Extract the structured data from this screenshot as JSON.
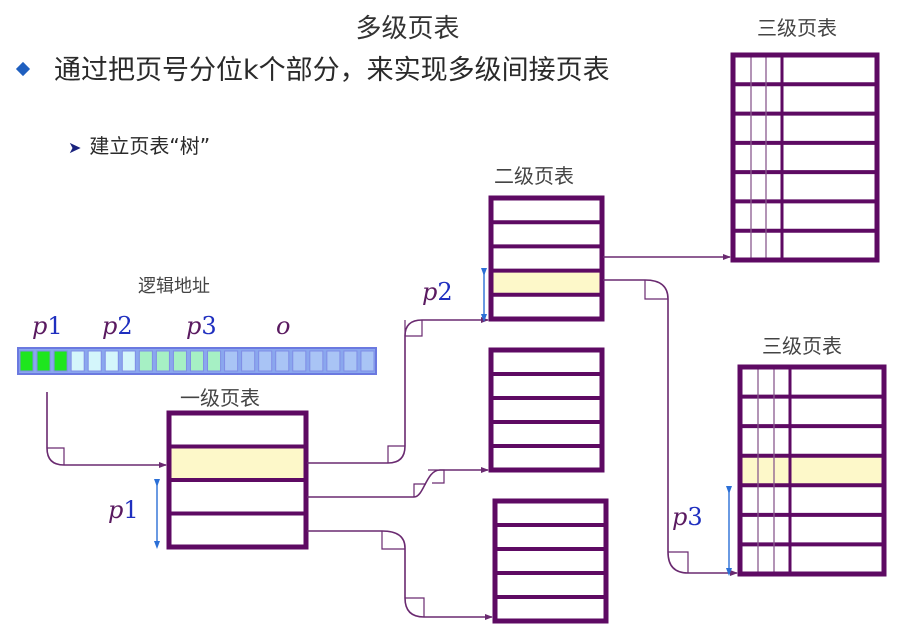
{
  "slide": {
    "title": "多级页表",
    "bullet": "通过把页号分位k个部分，来实现多级间接页表",
    "sub_bullet": "建立页表“树”"
  },
  "diagram": {
    "logical_address_label": "逻辑地址",
    "address_fields": [
      {
        "label": "p1",
        "bits": 3,
        "color": "#1ee61e"
      },
      {
        "label": "p2",
        "bits": 4,
        "color": "#d4f6fb"
      },
      {
        "label": "p3",
        "bits": 5,
        "color": "#a6f0c4"
      },
      {
        "label": "o",
        "bits": 9,
        "color": "#a9c4f5"
      }
    ],
    "tables": {
      "level1": {
        "label": "一级页表",
        "rows": 4,
        "highlight_row": 2
      },
      "level2": {
        "label": "二级页表",
        "rows": 5,
        "highlight_row": 4
      },
      "level3_top": {
        "label": "三级页表",
        "rows": 7,
        "highlight_row": 0
      },
      "level3_bottom": {
        "label": "三级页表",
        "rows": 7,
        "highlight_row": 4
      }
    },
    "offset_labels": {
      "p1": "p1",
      "p2": "p2",
      "p3": "p3"
    },
    "colors": {
      "table_border": "#5e0a63",
      "highlight": "#fdf8c9",
      "arrow": "#6a2a70",
      "offset_arrow": "#2b6fd6",
      "field_label": "#5a1a60",
      "field_number": "#1f2fbf"
    }
  }
}
